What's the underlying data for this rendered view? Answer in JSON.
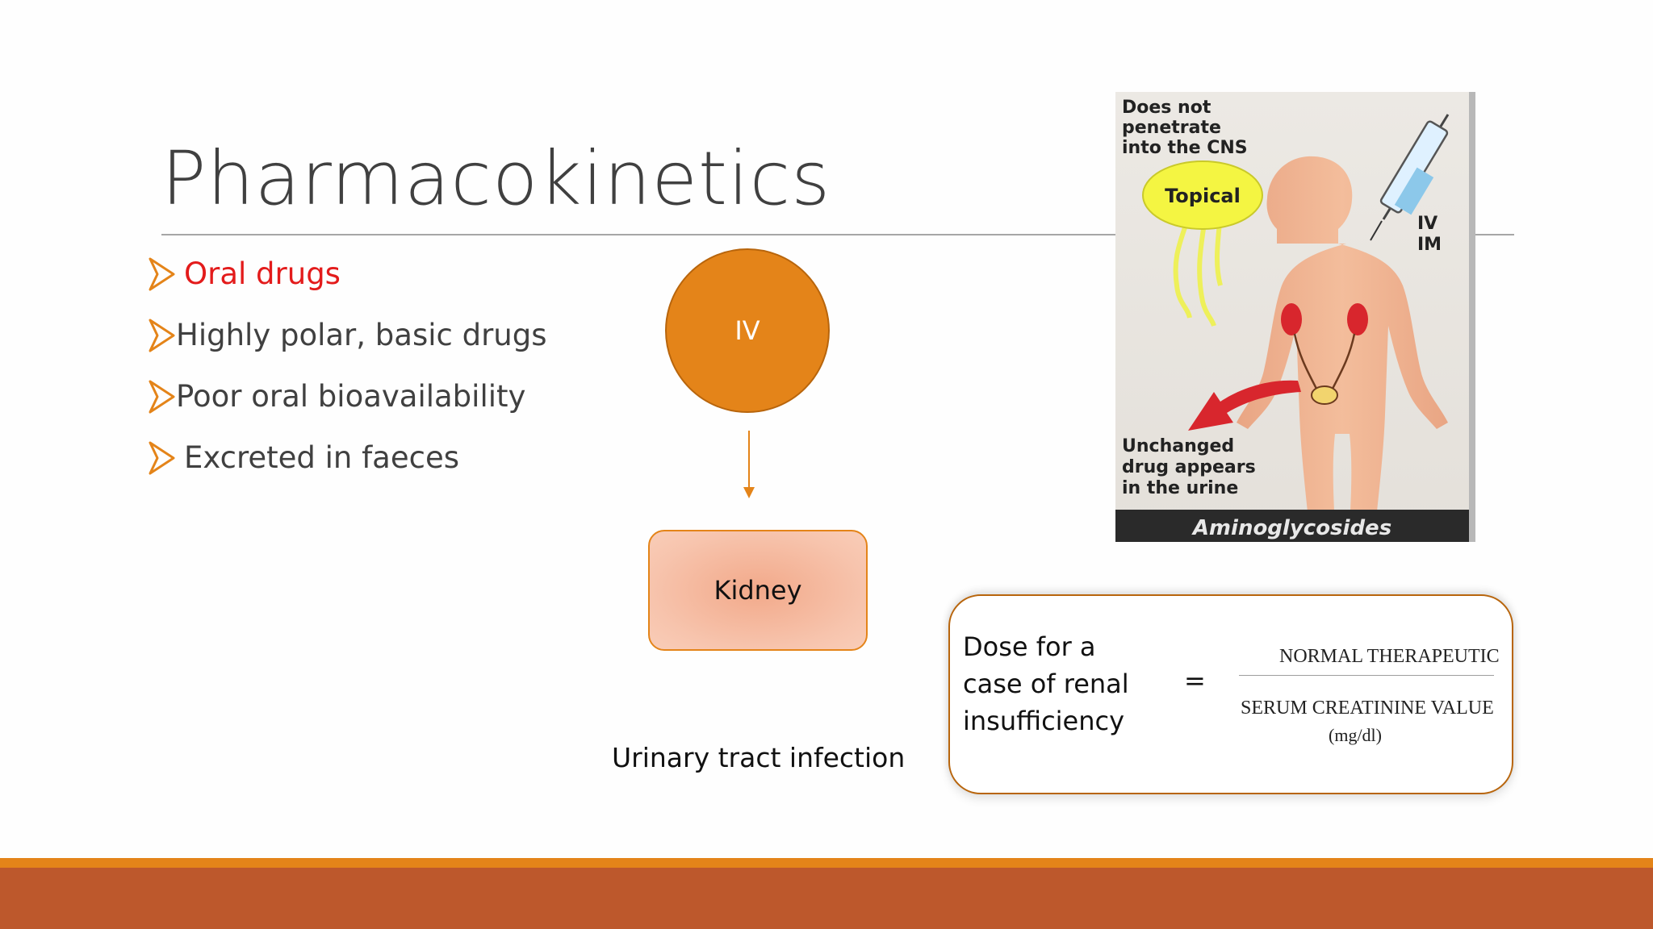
{
  "slide": {
    "title": "Pharmacokinetics",
    "bullets": [
      {
        "text": "Oral drugs",
        "highlight": true
      },
      {
        "text": "Highly polar, basic drugs",
        "highlight": false
      },
      {
        "text": "Poor oral bioavailability",
        "highlight": false
      },
      {
        "text": "Excreted in faeces",
        "highlight": false
      }
    ],
    "diagram": {
      "circle_label": "IV",
      "box_label": "Kidney",
      "caption": "Urinary tract infection"
    },
    "illustration": {
      "top_note": [
        "Does not",
        "penetrate",
        "into the CNS"
      ],
      "bubble_label": "Topical",
      "route_labels": [
        "IV",
        "IM"
      ],
      "bottom_note": [
        "Unchanged",
        "drug appears",
        "in the urine"
      ],
      "banner": "Aminoglycosides"
    },
    "formula": {
      "left_lines": [
        "Dose for a",
        "case of renal",
        "insufficiency"
      ],
      "equals": "=",
      "numerator": "NORMAL  THERAPEUTIC",
      "denominator": "SERUM CREATININE VALUE",
      "unit": "(mg/dl)"
    }
  },
  "colors": {
    "accent_orange": "#e48419",
    "footer_band": "#bd582c",
    "highlight_red": "#e31b1b",
    "body_text": "#404040"
  }
}
